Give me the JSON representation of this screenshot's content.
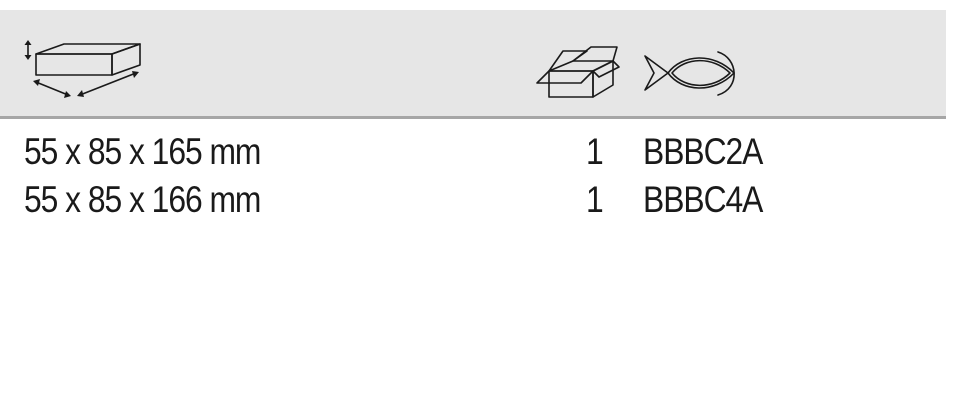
{
  "header": {
    "icons": [
      "dimensions-icon",
      "packaging-box-icon",
      "fish-icon"
    ]
  },
  "rows": [
    {
      "dimensions": "55 x 85 x 165 mm",
      "quantity": "1",
      "code": "BBBC2A"
    },
    {
      "dimensions": "55 x 85 x 166 mm",
      "quantity": "1",
      "code": "BBBC4A"
    }
  ]
}
